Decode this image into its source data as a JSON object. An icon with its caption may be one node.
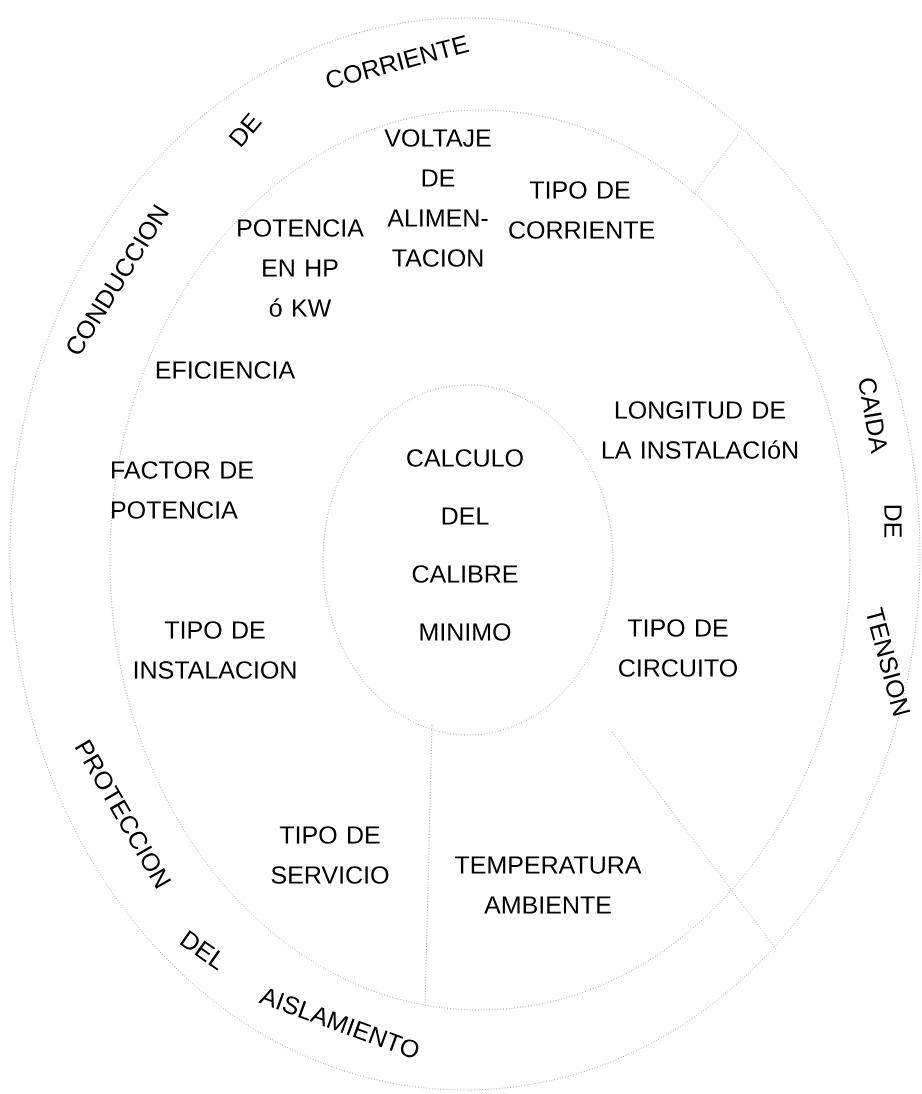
{
  "diagram": {
    "nodes": [
      {
        "text": [
          "CALCULO DEL CALIBRE MINIMO"
        ]
      },
      {
        "text": [
          "CONDUCCION",
          "DE",
          "CORRIENTE"
        ]
      },
      {
        "text": [
          "CAIDA",
          "DE",
          "TENSION"
        ]
      },
      {
        "text": [
          "PROTECCION",
          "DEL",
          "AISLAMIENTO"
        ]
      }
    ],
    "labels": [
      "VOLTAJE DE ALIMEN- TACION",
      "TIPO DE CORRIENTE",
      "POTENCIA EN HP ó KW",
      "EFICIENCIA",
      "LONGITUD DE LA INSTALACIóN",
      "FACTOR DE POTENCIA",
      "TIPO DE INSTALACION",
      "TIPO DE CIRCUITO",
      "TIPO DE SERVICIO",
      "TEMPERATURA AMBIENTE"
    ]
  }
}
